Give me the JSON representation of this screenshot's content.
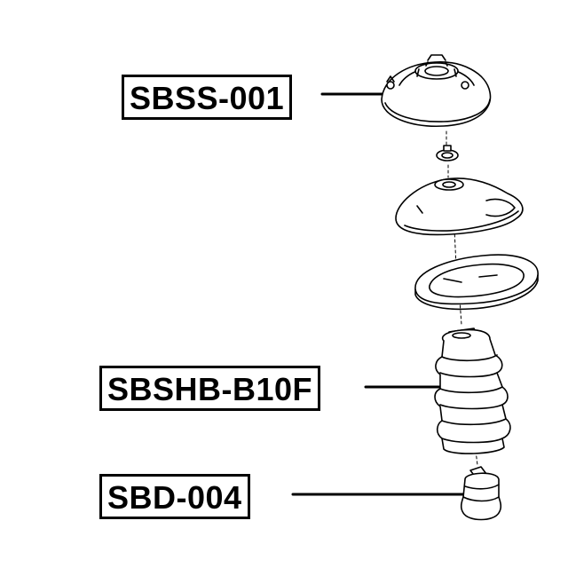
{
  "diagram": {
    "labels": [
      {
        "code": "SBSS-001"
      },
      {
        "code": "SBSHB-B10F"
      },
      {
        "code": "SBD-004"
      }
    ],
    "colors": {
      "ink": "#000000",
      "background": "#ffffff"
    }
  }
}
